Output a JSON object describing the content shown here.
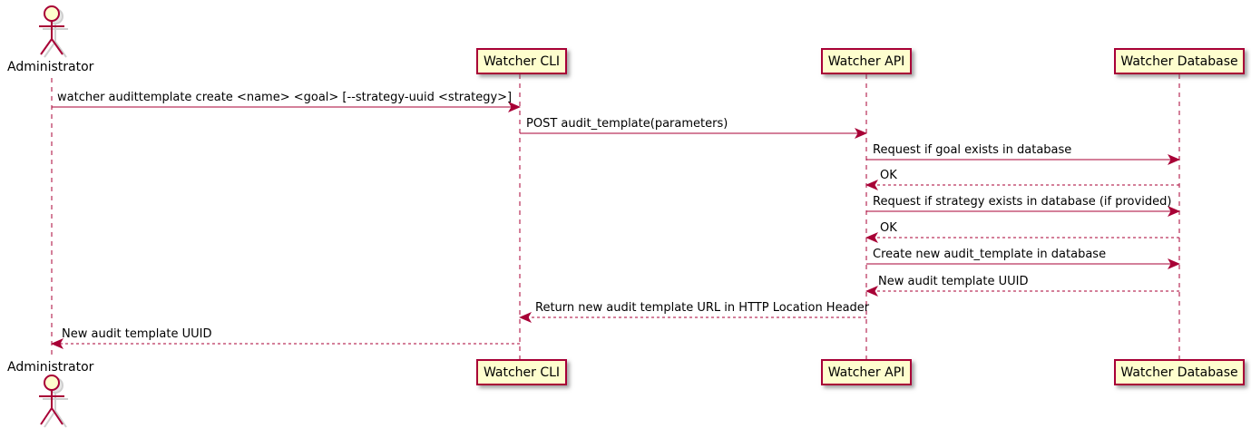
{
  "diagram_type": "sequence-diagram",
  "colors": {
    "accent": "#A80036",
    "participant_fill": "#FEFECE",
    "text": "#000000",
    "background": "#FFFFFF",
    "shadow": "#BBBBBB"
  },
  "actor": {
    "name": "Administrator"
  },
  "participants": [
    {
      "name": "Watcher CLI"
    },
    {
      "name": "Watcher API"
    },
    {
      "name": "Watcher Database"
    }
  ],
  "messages": [
    {
      "text": "watcher audittemplate create <name> <goal> [--strategy-uuid <strategy>]",
      "from": "Administrator",
      "to": "Watcher CLI",
      "style": "solid"
    },
    {
      "text": "POST audit_template(parameters)",
      "from": "Watcher CLI",
      "to": "Watcher API",
      "style": "solid"
    },
    {
      "text": "Request if goal exists in database",
      "from": "Watcher API",
      "to": "Watcher Database",
      "style": "solid"
    },
    {
      "text": "OK",
      "from": "Watcher Database",
      "to": "Watcher API",
      "style": "dashed"
    },
    {
      "text": "Request if strategy exists in database (if provided)",
      "from": "Watcher API",
      "to": "Watcher Database",
      "style": "solid"
    },
    {
      "text": "OK",
      "from": "Watcher Database",
      "to": "Watcher API",
      "style": "dashed"
    },
    {
      "text": "Create new audit_template in database",
      "from": "Watcher API",
      "to": "Watcher Database",
      "style": "solid"
    },
    {
      "text": "New audit template UUID",
      "from": "Watcher Database",
      "to": "Watcher API",
      "style": "dashed"
    },
    {
      "text": "Return new audit template URL in HTTP Location Header",
      "from": "Watcher API",
      "to": "Watcher CLI",
      "style": "dashed"
    },
    {
      "text": "New audit template UUID",
      "from": "Watcher CLI",
      "to": "Administrator",
      "style": "dashed"
    }
  ]
}
